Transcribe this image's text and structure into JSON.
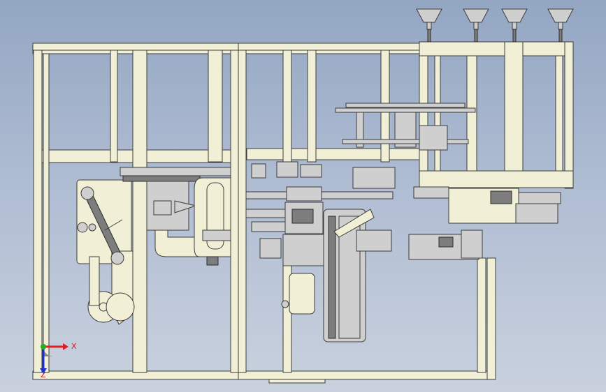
{
  "viewport": {
    "view_name": "front"
  },
  "triad": {
    "x_label": "X",
    "z_label": "Z",
    "x_color": "#e02020",
    "z_color": "#2030d0",
    "y_color": "#20b020"
  },
  "colors": {
    "frame_fill": "#f1f0d6",
    "frame_stroke": "#3c3c3c",
    "metal_fill": "#cfcfcf",
    "bg_top": "#93a6c2",
    "bg_bottom": "#c9d1de"
  },
  "icons": {
    "funnel": "funnel-icon",
    "triad": "axis-triad-icon"
  }
}
